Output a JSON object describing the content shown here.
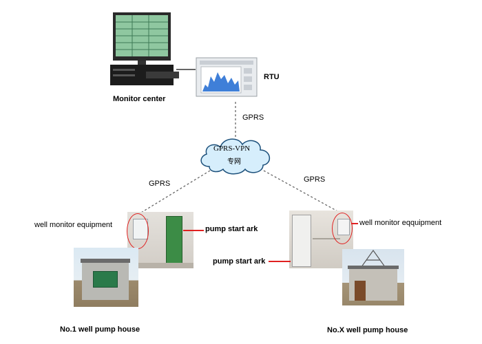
{
  "monitor_center": {
    "label": "Monitor center"
  },
  "rtu": {
    "label": "RTU"
  },
  "links": {
    "upper": "GPRS",
    "left": "GPRS",
    "right": "GPRS"
  },
  "cloud": {
    "line1": "GPRS-VPN",
    "line2": "专网"
  },
  "site1": {
    "monitor_label": "well monitor equipment",
    "ark_label": "pump start ark",
    "house_label": "No.1 well pump house"
  },
  "siteX": {
    "monitor_label": "well monitor eqquipment",
    "ark_label": "pump start ark",
    "house_label": "No.X well pump house"
  },
  "colors": {
    "accent": "#e02020",
    "link": "#555555",
    "cloud": "#d6eefc"
  },
  "icons": [
    "monitor-workstation-icon",
    "rtu-device-icon",
    "cloud-icon",
    "pump-house-photo",
    "control-cabinet-photo"
  ]
}
